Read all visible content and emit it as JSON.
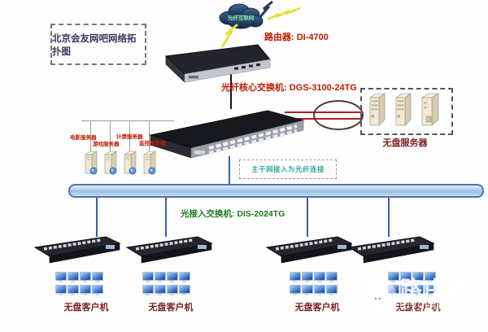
{
  "diagram": {
    "title": "北京会友网吧网络拓扑图",
    "internet_cloud_label": "光纤互联网",
    "router_label": "路由器: DI-4700",
    "core_switch_label": "光纤核心交换机: DGS-3100-24TG",
    "backbone_note": "主干网接入为光纤连接",
    "access_switch_label": "光接入交换机: DIS-2024TG",
    "diskless_server_label": "无盘服务器",
    "left_servers": [
      {
        "label": "电影服务器"
      },
      {
        "label": "游戏服务器"
      },
      {
        "label": "计费服务器"
      },
      {
        "label": "监控服务器"
      }
    ],
    "client_groups": [
      {
        "label": "无盘客户机"
      },
      {
        "label": "无盘客户机"
      },
      {
        "label": "无盘客户机"
      },
      {
        "label": "无盘客户机"
      }
    ]
  },
  "watermark": {
    "brand": "路由器",
    "domain": "luyouqi.com"
  },
  "colors": {
    "label_red": "#c11b00",
    "label_green": "#1c7a1c",
    "note_teal": "#3aaa96",
    "dark_red_label": "#7a1f1f",
    "backbone_line_blue": "#3a5fae",
    "fiber_line_red": "#b02020",
    "backbone_bar_fill": "#9dbfe2"
  }
}
